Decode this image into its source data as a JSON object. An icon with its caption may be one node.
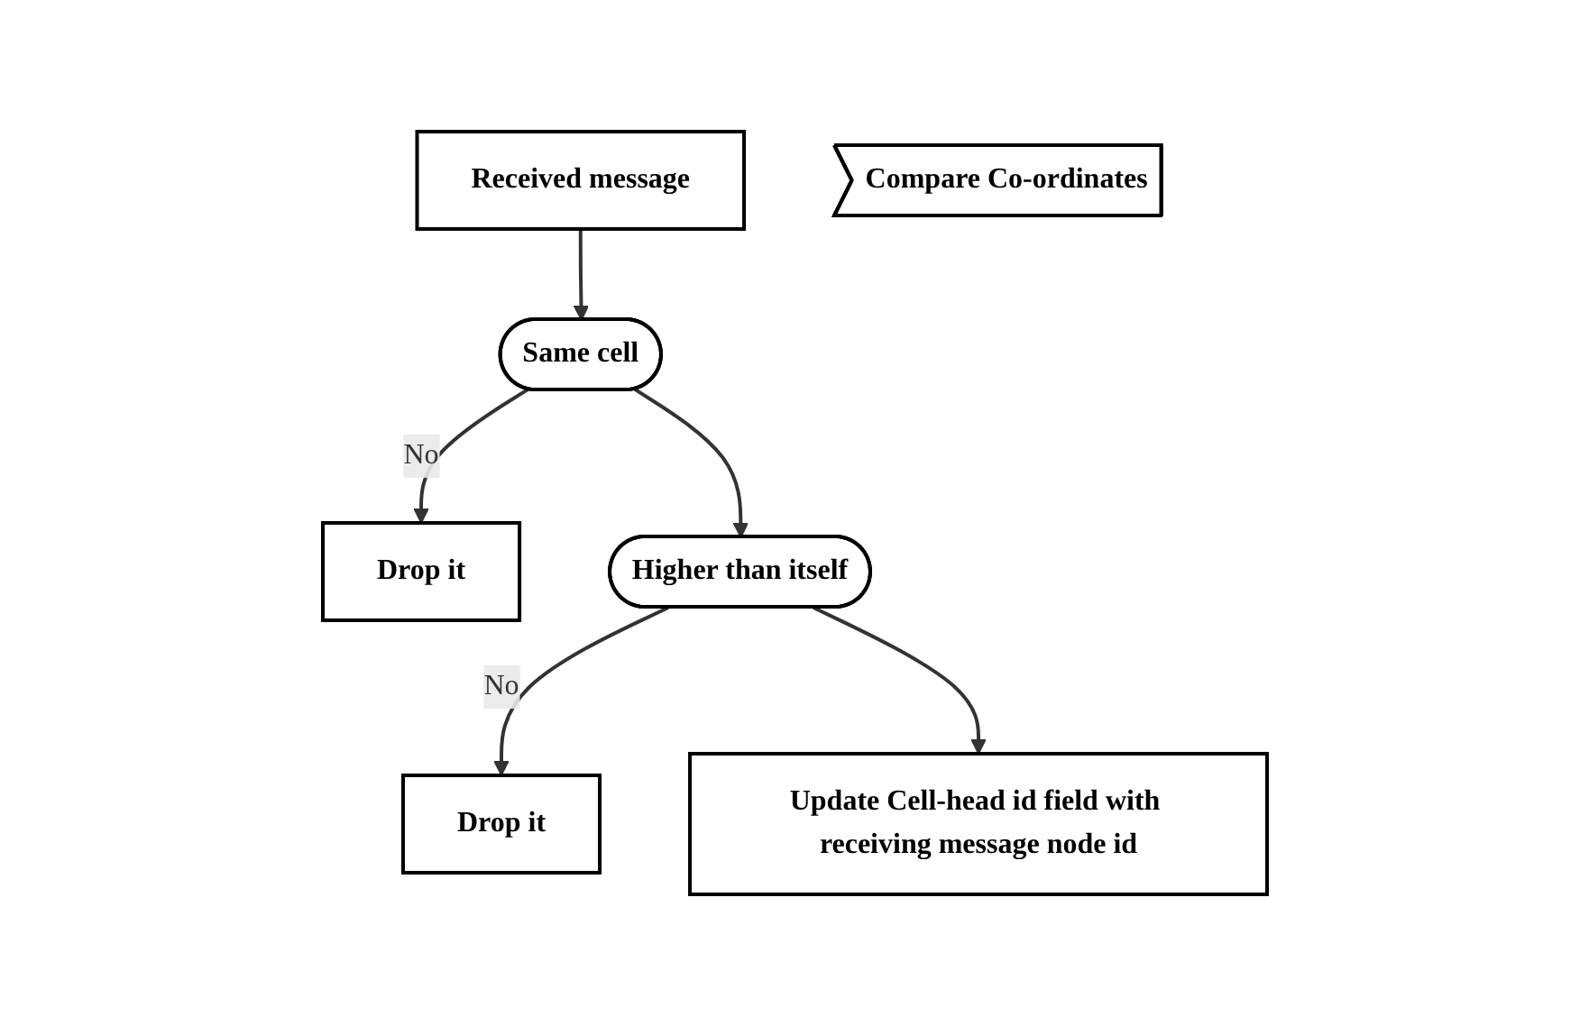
{
  "diagram": {
    "nodes": [
      {
        "text": [
          "Received message"
        ]
      },
      {
        "text": [
          "Same cell"
        ]
      },
      {
        "text": [
          "Drop it"
        ]
      },
      {
        "text": [
          "Compare Co-ordinates"
        ]
      },
      {
        "text": [
          "Higher than itself"
        ]
      },
      {
        "text": [
          "Drop it"
        ]
      },
      {
        "text": [
          "Update Cell-head id field with receiving message node id"
        ]
      }
    ],
    "edges": [
      {
        "from": 0,
        "to": 1,
        "arrow": "to"
      },
      {
        "from": 1,
        "to": 2,
        "arrow": "to",
        "label": "No"
      },
      {
        "from": 1,
        "to": 4,
        "arrow": "to"
      },
      {
        "from": 4,
        "to": 5,
        "arrow": "to",
        "label": "No"
      },
      {
        "from": 4,
        "to": 6,
        "arrow": "to"
      }
    ]
  }
}
